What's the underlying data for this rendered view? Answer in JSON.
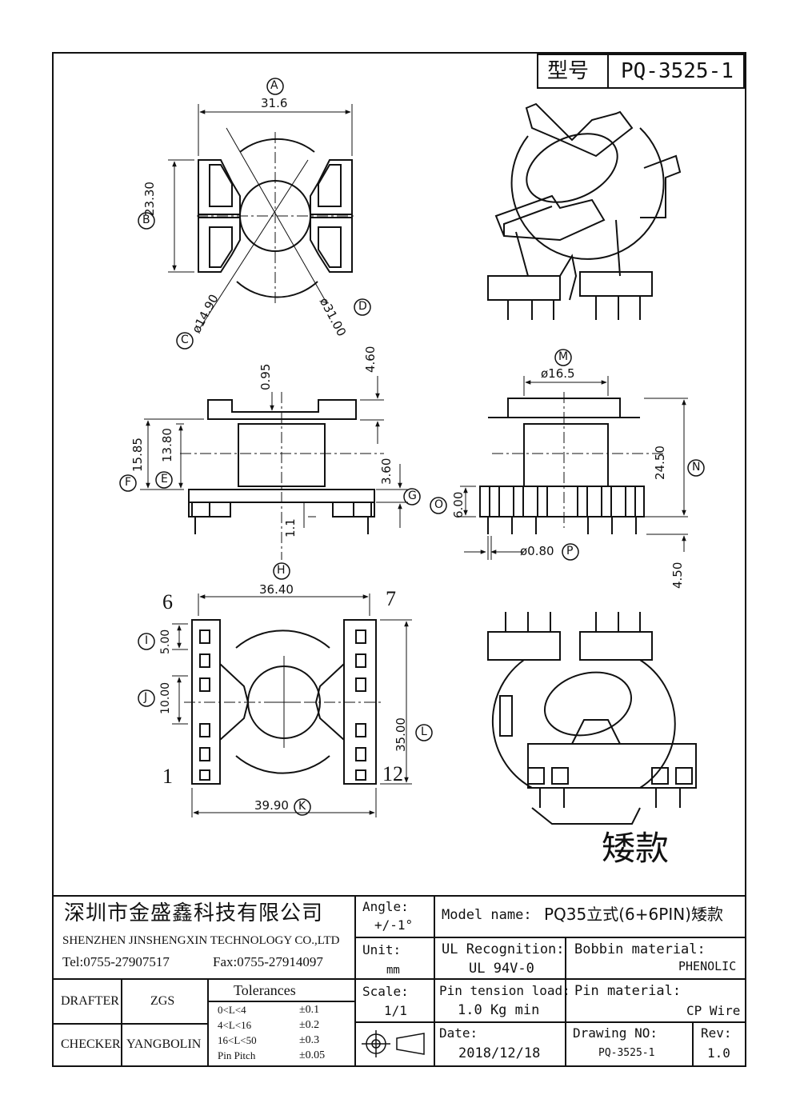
{
  "model_box": {
    "label": "型号",
    "value": "PQ-3525-1"
  },
  "dims": {
    "A": "31.6",
    "B": "23.30",
    "C": "ø14.90",
    "D": "ø31.00",
    "top_4_60": "4.60",
    "top_0_95": "0.95",
    "F": "15.85",
    "E": "13.80",
    "G": "3.60",
    "pin_1_1": "1.1",
    "M": "ø16.5",
    "N": "24.50",
    "O": "6.00",
    "P": "ø0.80",
    "pin_4_50": "4.50",
    "H": "36.40",
    "I": "5.00",
    "J": "10.00",
    "L": "35.00",
    "K": "39.90"
  },
  "callouts": [
    "A",
    "B",
    "C",
    "D",
    "E",
    "F",
    "G",
    "H",
    "I",
    "J",
    "K",
    "L",
    "M",
    "N",
    "O",
    "P"
  ],
  "pins": {
    "p6": "6",
    "p7": "7",
    "p1": "1",
    "p12": "12"
  },
  "variant_label": "矮款",
  "title_block": {
    "company_cn": "深圳市金盛鑫科技有限公司",
    "company_en": "SHENZHEN JINSHENGXIN TECHNOLOGY CO.,LTD",
    "tel": "Tel:0755-27907517",
    "fax": "Fax:0755-27914097",
    "drafter_label": "DRAFTER",
    "drafter": "ZGS",
    "checker_label": "CHECKER",
    "checker": "YANGBOLIN",
    "tolerances_title": "Tolerances",
    "tolerances": [
      {
        "range": "0<L<4",
        "value": "±0.1"
      },
      {
        "range": "4<L<16",
        "value": "±0.2"
      },
      {
        "range": "16<L<50",
        "value": "±0.3"
      },
      {
        "range": "Pin Pitch",
        "value": "±0.05"
      }
    ],
    "angle_label": "Angle:",
    "angle_value": "+/-1°",
    "unit_label": "Unit:",
    "unit_value": "mm",
    "scale_label": "Scale:",
    "scale_value": "1/1",
    "model_name_label": "Model name:",
    "model_name": "PQ35立式(6+6PIN)矮款",
    "ul_label": "UL Recognition:",
    "ul_value": "UL 94V-0",
    "pin_tension_label": "Pin tension load:",
    "pin_tension_value": "1.0 Kg min",
    "date_label": "Date:",
    "date_value": "2018/12/18",
    "bobbin_label": "Bobbin material:",
    "bobbin_value": "PHENOLIC",
    "pin_mat_label": "Pin material:",
    "pin_mat_value": "CP Wire",
    "drawing_no_label": "Drawing NO:",
    "drawing_no": "PQ-3525-1",
    "rev_label": "Rev:",
    "rev_value": "1.0"
  }
}
